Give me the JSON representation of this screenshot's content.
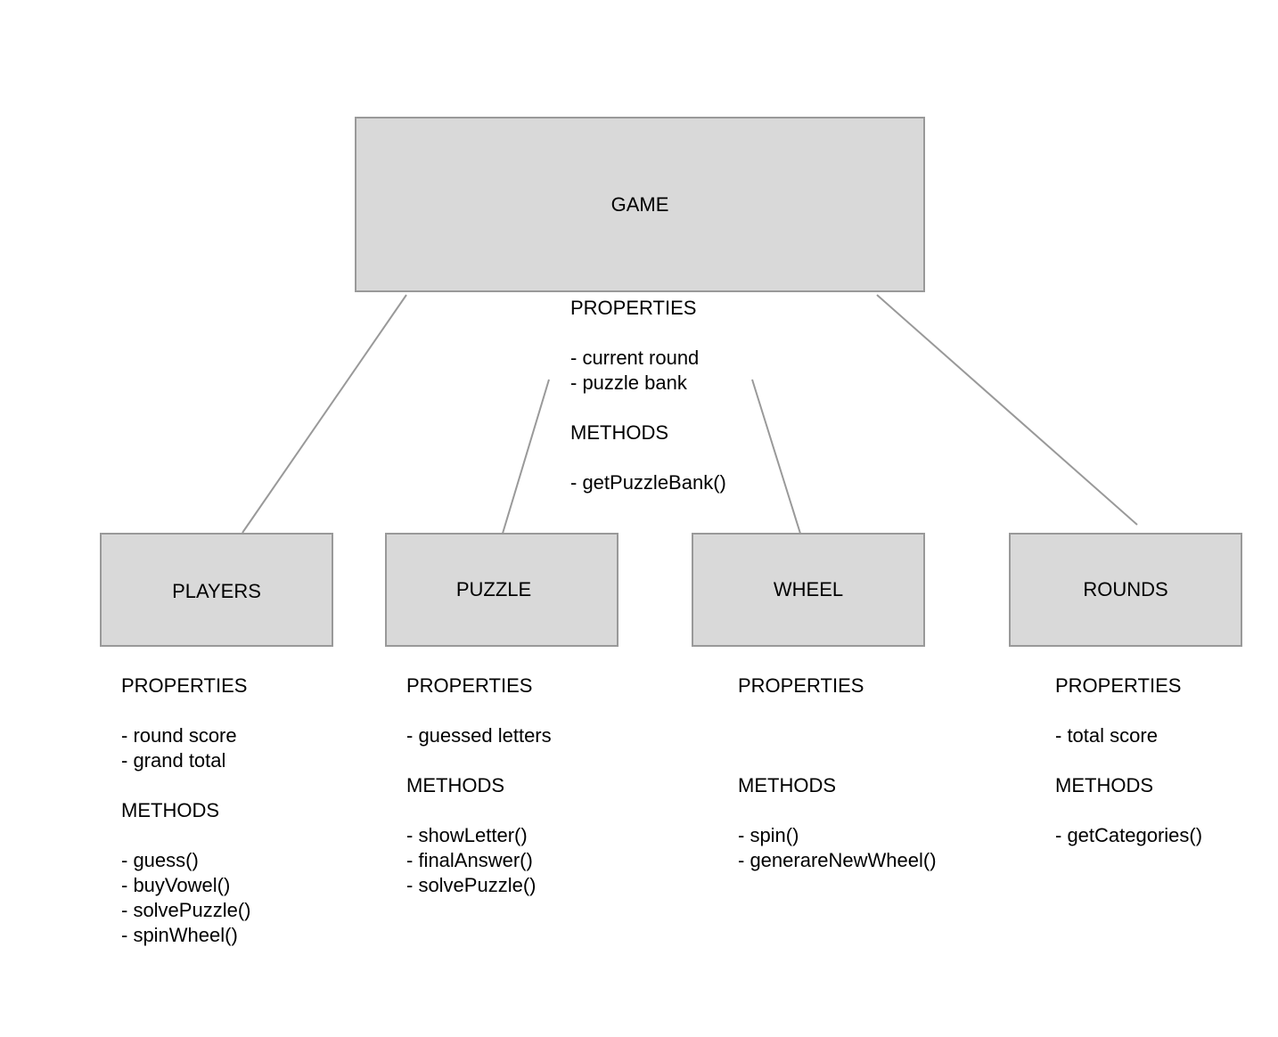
{
  "game": {
    "label": "GAME",
    "properties_heading": "PROPERTIES",
    "properties": [
      "- current round",
      "- puzzle bank"
    ],
    "methods_heading": "METHODS",
    "methods": [
      "- getPuzzleBank()"
    ]
  },
  "players": {
    "label": "PLAYERS",
    "properties_heading": "PROPERTIES",
    "properties": [
      "- round score",
      "- grand total"
    ],
    "methods_heading": "METHODS",
    "methods": [
      "- guess()",
      "- buyVowel()",
      "- solvePuzzle()",
      "- spinWheel()"
    ]
  },
  "puzzle": {
    "label": "PUZZLE",
    "properties_heading": "PROPERTIES",
    "properties": [
      "- guessed letters"
    ],
    "methods_heading": "METHODS",
    "methods": [
      "- showLetter()",
      "- finalAnswer()",
      "- solvePuzzle()"
    ]
  },
  "wheel": {
    "label": "WHEEL",
    "properties_heading": "PROPERTIES",
    "properties": [],
    "methods_heading": "METHODS",
    "methods": [
      "- spin()",
      "- generareNewWheel()"
    ]
  },
  "rounds": {
    "label": "ROUNDS",
    "properties_heading": "PROPERTIES",
    "properties": [
      "- total score"
    ],
    "methods_heading": "METHODS",
    "methods": [
      "- getCategories()"
    ]
  },
  "colors": {
    "box_fill": "#d9d9d9",
    "box_border": "#999999",
    "connector": "#999999"
  }
}
